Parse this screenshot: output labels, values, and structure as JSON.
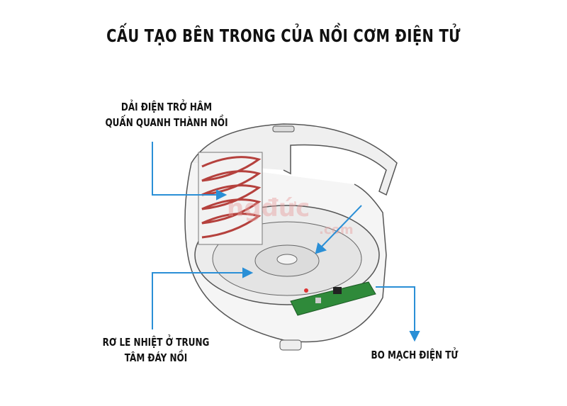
{
  "title": "CẤU TẠO BÊN TRONG CỦA NỒI CƠM ĐIỆN TỬ",
  "labels": {
    "heater_line1": "DẢI ĐIỆN TRỞ HÂM",
    "heater_line2": "QUẤN QUANH THÀNH NỒI",
    "thermostat_line1": "RƠ LE NHIỆT Ở TRUNG",
    "thermostat_line2": "TÂM ĐÁY NỒI",
    "circuit": "BO MẠCH ĐIỆN TỬ"
  },
  "watermark": {
    "main": "ngđức",
    "suffix": ".com"
  },
  "colors": {
    "arrow": "#2a8fd6",
    "coil": "#b5413d",
    "pcb": "#2f8a3a",
    "outline": "#555555"
  }
}
